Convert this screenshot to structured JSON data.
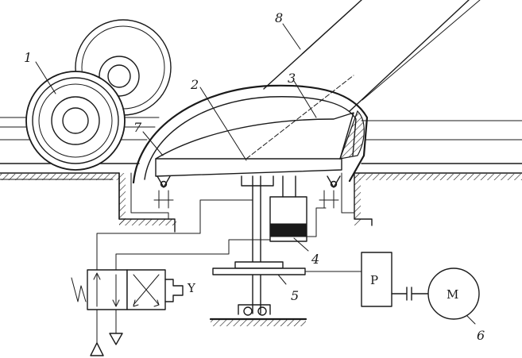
{
  "callouts": [
    "1",
    "2",
    "3",
    "4",
    "5",
    "6",
    "7",
    "8"
  ],
  "labels": {
    "pump": "P",
    "motor": "M",
    "solenoid": "Y"
  }
}
